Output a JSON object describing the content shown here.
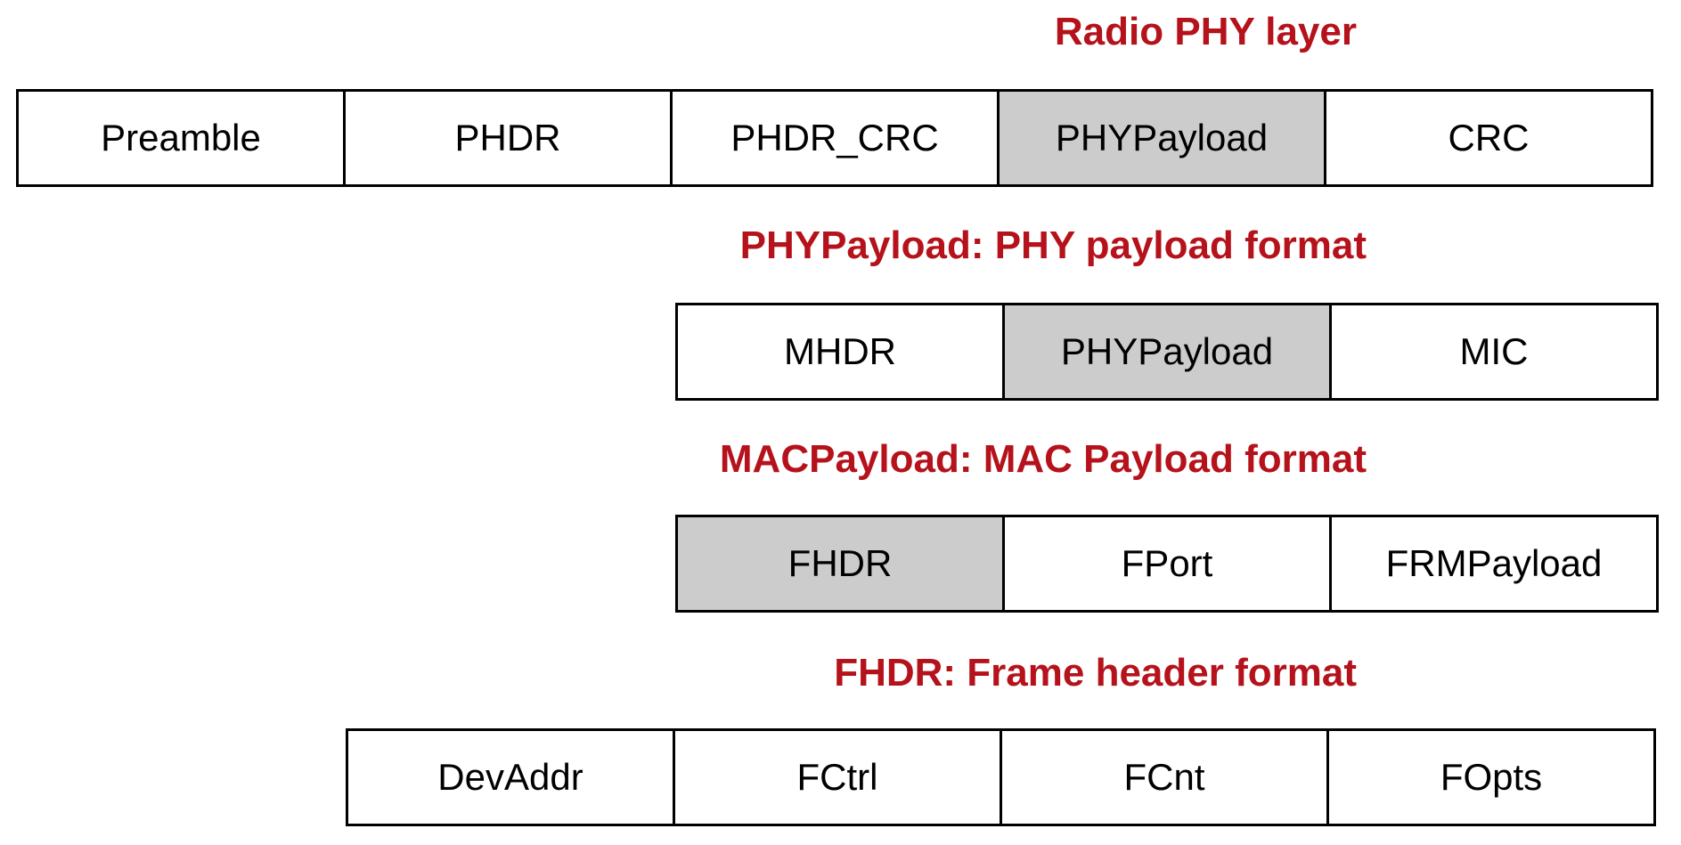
{
  "colors": {
    "title": "#b5121b",
    "highlight_fill": "#cccccc",
    "border": "#000000"
  },
  "layers": [
    {
      "title": "Radio  PHY layer",
      "fields": [
        {
          "label": "Preamble",
          "highlight": false
        },
        {
          "label": "PHDR",
          "highlight": false
        },
        {
          "label": "PHDR_CRC",
          "highlight": false
        },
        {
          "label": "PHYPayload",
          "highlight": true
        },
        {
          "label": "CRC",
          "highlight": false
        }
      ]
    },
    {
      "title": "PHYPayload: PHY payload format",
      "fields": [
        {
          "label": "MHDR",
          "highlight": false
        },
        {
          "label": "PHYPayload",
          "highlight": true
        },
        {
          "label": "MIC",
          "highlight": false
        }
      ]
    },
    {
      "title": "MACPayload: MAC Payload format",
      "fields": [
        {
          "label": "FHDR",
          "highlight": true
        },
        {
          "label": "FPort",
          "highlight": false
        },
        {
          "label": "FRMPayload",
          "highlight": false
        }
      ]
    },
    {
      "title": "FHDR: Frame header format",
      "fields": [
        {
          "label": "DevAddr",
          "highlight": false
        },
        {
          "label": "FCtrl",
          "highlight": false
        },
        {
          "label": "FCnt",
          "highlight": false
        },
        {
          "label": "FOpts",
          "highlight": false
        }
      ]
    }
  ]
}
